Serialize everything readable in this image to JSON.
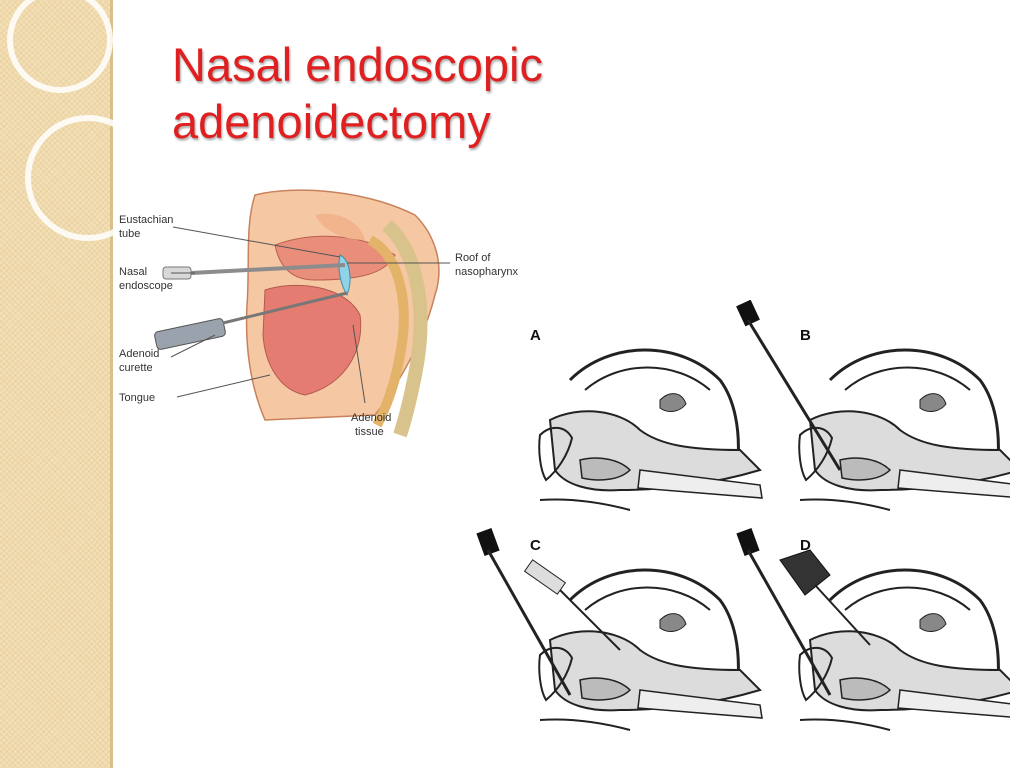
{
  "slide": {
    "title_line1": "Nasal endoscopic",
    "title_line2": "adenoidectomy",
    "colors": {
      "title": "#e02020",
      "sidebar": "#f3dfb6"
    }
  },
  "anatomy": {
    "labels": {
      "eustachian_1": "Eustachian",
      "eustachian_2": "tube",
      "nasal_1": "Nasal",
      "nasal_2": "endoscope",
      "adenoid_curette_1": "Adenoid",
      "adenoid_curette_2": "curette",
      "tongue": "Tongue",
      "roof_1": "Roof of",
      "roof_2": "nasopharynx",
      "adenoid_tissue_1": "Adenoid",
      "adenoid_tissue_2": "tissue"
    }
  },
  "panels": [
    "A",
    "B",
    "C",
    "D"
  ]
}
